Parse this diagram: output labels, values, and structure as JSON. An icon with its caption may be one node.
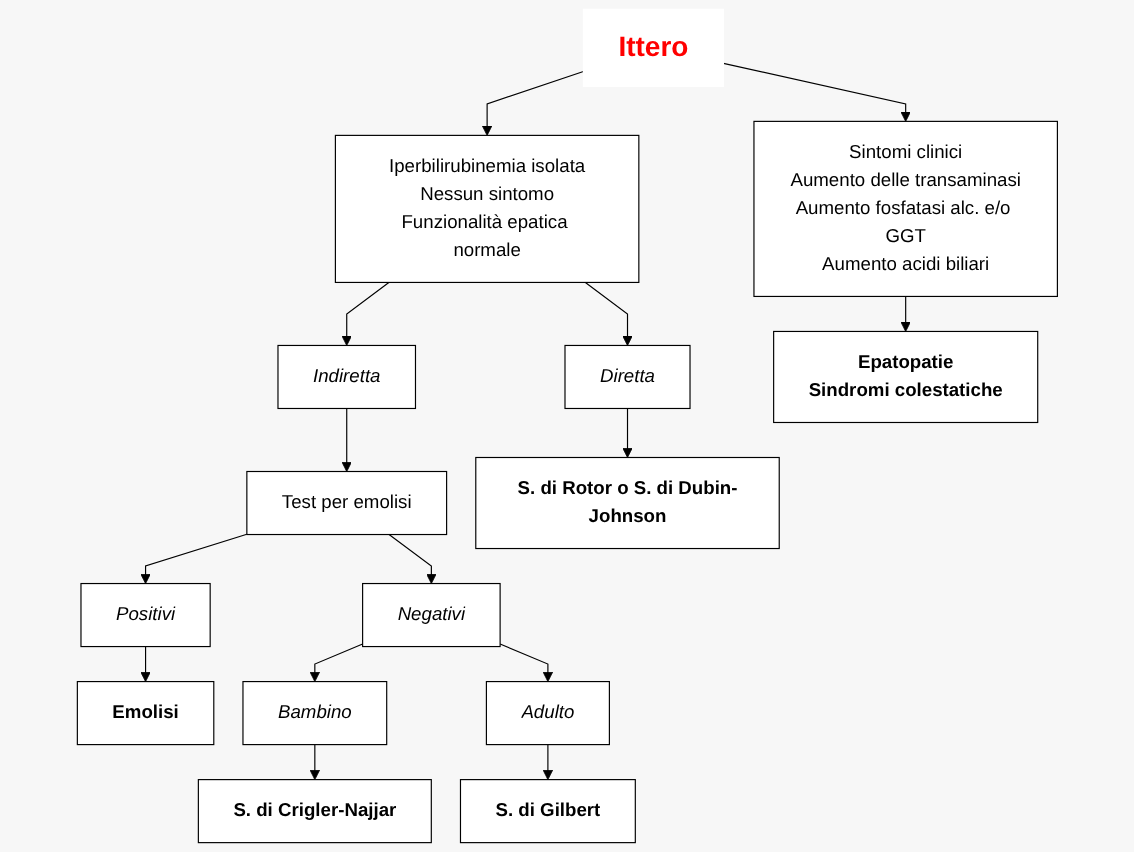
{
  "diagram": {
    "nodes": [
      {
        "text": [
          "Ittero"
        ]
      },
      {
        "text": [
          "Iperbilirubinemia isolata",
          "Nessun sintomo",
          "Funzionalità epatica normale"
        ]
      },
      {
        "text": [
          "Sintomi clinici",
          "Aumento delle transaminasi",
          "Aumento fosfatasi alc. e/o GGT",
          "Aumento acidi biliari"
        ]
      },
      {
        "text": [
          "Indiretta"
        ]
      },
      {
        "text": [
          "Diretta"
        ]
      },
      {
        "text": [
          "Test per emolisi"
        ]
      },
      {
        "text": [
          "S. di Rotor o S. di Dubin-Johnson"
        ]
      },
      {
        "text": [
          "Epatopatie",
          "Sindromi colestatiche"
        ]
      },
      {
        "text": [
          "Positivi"
        ]
      },
      {
        "text": [
          "Negativi"
        ]
      },
      {
        "text": [
          "Emolisi"
        ]
      },
      {
        "text": [
          "Bambino"
        ]
      },
      {
        "text": [
          "Adulto"
        ]
      },
      {
        "text": [
          "S. di Crigler-Najjar"
        ]
      },
      {
        "text": [
          "S. di Gilbert"
        ]
      }
    ],
    "edges": [
      {
        "from": 0,
        "to": 1,
        "arrow": "to"
      },
      {
        "from": 0,
        "to": 2,
        "arrow": "to"
      },
      {
        "from": 1,
        "to": 3,
        "arrow": "to"
      },
      {
        "from": 1,
        "to": 4,
        "arrow": "to"
      },
      {
        "from": 3,
        "to": 5,
        "arrow": "to"
      },
      {
        "from": 4,
        "to": 6,
        "arrow": "to"
      },
      {
        "from": 2,
        "to": 7,
        "arrow": "to"
      },
      {
        "from": 5,
        "to": 8,
        "arrow": "to"
      },
      {
        "from": 5,
        "to": 9,
        "arrow": "to"
      },
      {
        "from": 8,
        "to": 10,
        "arrow": "to"
      },
      {
        "from": 9,
        "to": 11,
        "arrow": "to"
      },
      {
        "from": 9,
        "to": 12,
        "arrow": "to"
      },
      {
        "from": 11,
        "to": 13,
        "arrow": "to"
      },
      {
        "from": 12,
        "to": 14,
        "arrow": "to"
      }
    ]
  }
}
